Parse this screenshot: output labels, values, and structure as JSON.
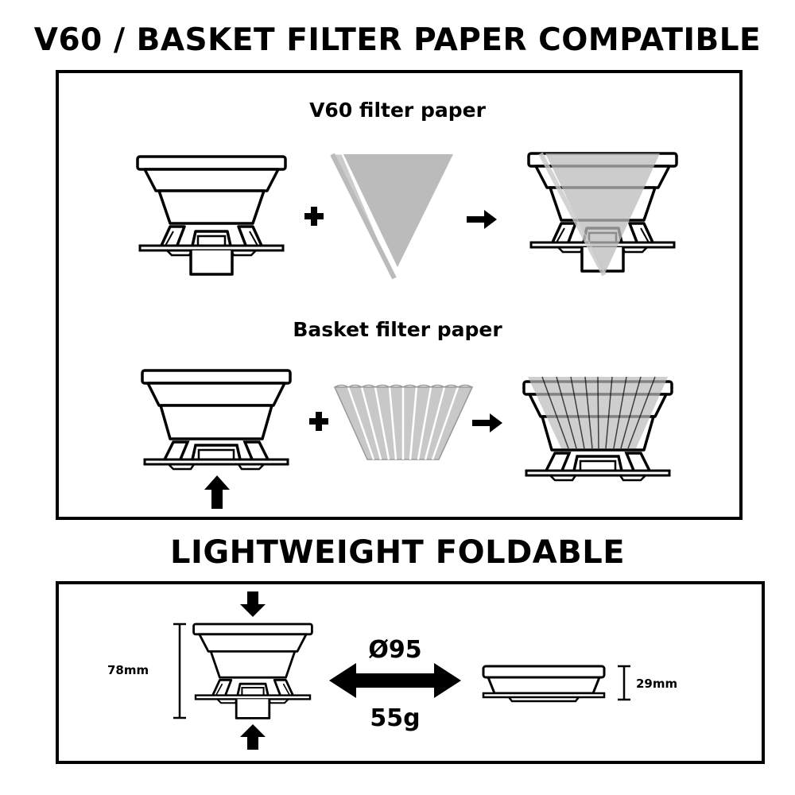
{
  "headings": {
    "compatible": "V60 / BASKET FILTER PAPER COMPATIBLE",
    "foldable": "LIGHTWEIGHT FOLDABLE"
  },
  "sections": {
    "v60": {
      "label": "V60 filter paper"
    },
    "basket": {
      "label": "Basket filter paper"
    }
  },
  "specs": {
    "diameter": "Ø95",
    "weight": "55g",
    "height_unfolded": "78mm",
    "height_folded": "29mm"
  },
  "colors": {
    "line": "#000000",
    "paper_fill": "#bbbbbb",
    "paper_fill_light": "#c8c8c8",
    "background": "#ffffff"
  },
  "icons": [
    "plus-icon",
    "arrow-right-icon",
    "arrow-up-icon",
    "arrow-down-icon",
    "double-arrow-icon"
  ]
}
